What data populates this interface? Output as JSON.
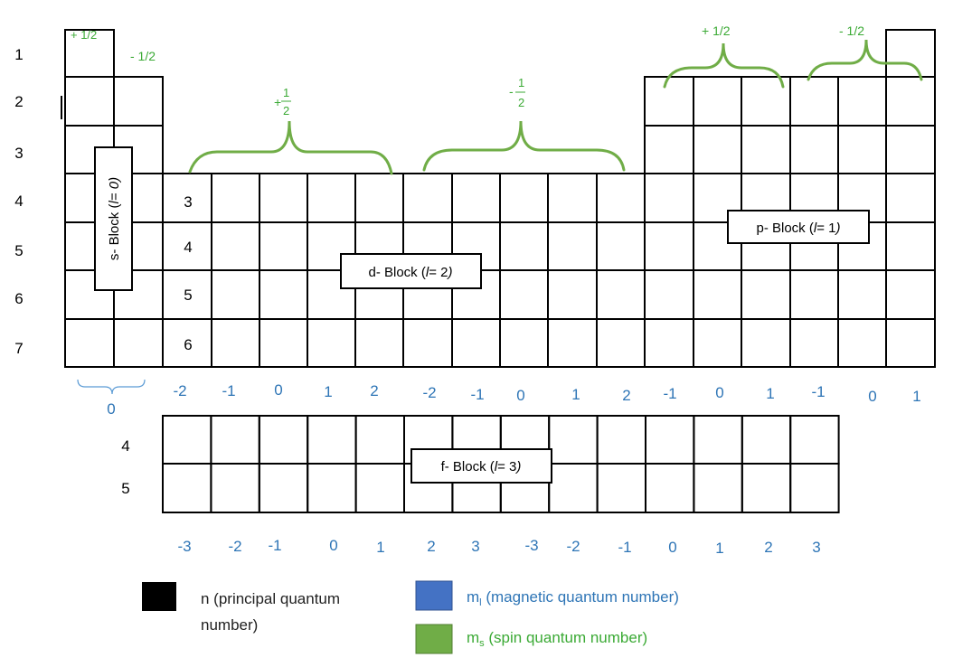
{
  "period_labels": [
    "1",
    "2",
    "3",
    "4",
    "5",
    "6",
    "7"
  ],
  "d_row_labels": [
    "3",
    "4",
    "5",
    "6"
  ],
  "f_row_labels": [
    "4",
    "5"
  ],
  "spin_labels": {
    "s_plus": "+ 1/2",
    "s_minus": "- 1/2",
    "d_plus_sign": "+",
    "d_minus_sign": "-",
    "d_num": "1",
    "d_den": "2",
    "p_plus": "+ 1/2",
    "p_minus": "- 1/2"
  },
  "block_labels": {
    "s": {
      "pre": "s- Block (",
      "l": "l",
      "eq": "= 0)"
    },
    "d": {
      "pre": "d- Block (",
      "l": "l",
      "eq": "= 2",
      "post": ")"
    },
    "p": {
      "pre": "p- Block (",
      "l": "l",
      "eq": "= 1",
      "post": ")"
    },
    "f": {
      "pre": "f- Block (",
      "l": "l",
      "eq": "= 3",
      "post": ")"
    }
  },
  "ml_values": {
    "s": [
      "0"
    ],
    "d_left": [
      "-2",
      "-1",
      "0",
      "1",
      "2"
    ],
    "d_right": [
      "-2",
      "-1",
      "0",
      "1",
      "2"
    ],
    "p_left": [
      "-1",
      "0",
      "1"
    ],
    "p_right": [
      "-1",
      "0",
      "1"
    ],
    "f": [
      "-3",
      "-2",
      "-1",
      "0",
      "1",
      "2",
      "3",
      "-3",
      "-2",
      "-1",
      "0",
      "1",
      "2",
      "3"
    ]
  },
  "legend": [
    {
      "text_line1": "n (principal quantum",
      "text_line2": "number)",
      "color": "#000000"
    },
    {
      "symbol": "m",
      "sub": "l",
      "rest": " (magnetic quantum number)",
      "color": "#4472C4"
    },
    {
      "symbol": "m",
      "sub": "s",
      "rest": " (spin quantum number)",
      "color": "#70AD47"
    }
  ],
  "colors": {
    "grid": "#000000",
    "ml_text": "#2E75B6",
    "spin": "#70AD47",
    "spin_text": "#3BAA35",
    "s_bracket": "#5B9BD5"
  }
}
